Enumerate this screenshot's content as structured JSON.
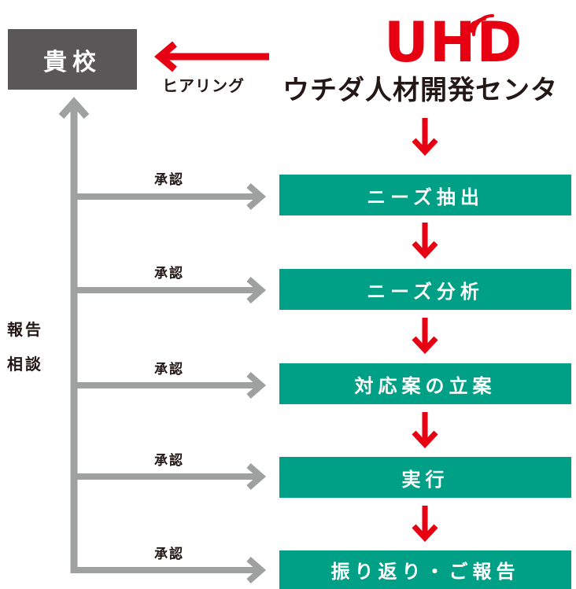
{
  "school": {
    "label": "貴校"
  },
  "hearing": {
    "label": "ヒアリング"
  },
  "center": {
    "logo_text": "UHD",
    "name": "ウチダ人材開発センタ"
  },
  "steps": [
    {
      "label": "ニーズ抽出"
    },
    {
      "label": "ニーズ分析"
    },
    {
      "label": "対応案の立案"
    },
    {
      "label": "実行"
    },
    {
      "label": "振り返り・ご報告"
    }
  ],
  "approval_label": "承認",
  "side_labels": {
    "report": "報告",
    "consult": "相談"
  },
  "colors": {
    "red": "#e60012",
    "gray": "#9fa0a0",
    "teal": "#00a086",
    "dark": "#595757"
  },
  "icons": {
    "logo_signal": "wifi-signal-icon"
  }
}
